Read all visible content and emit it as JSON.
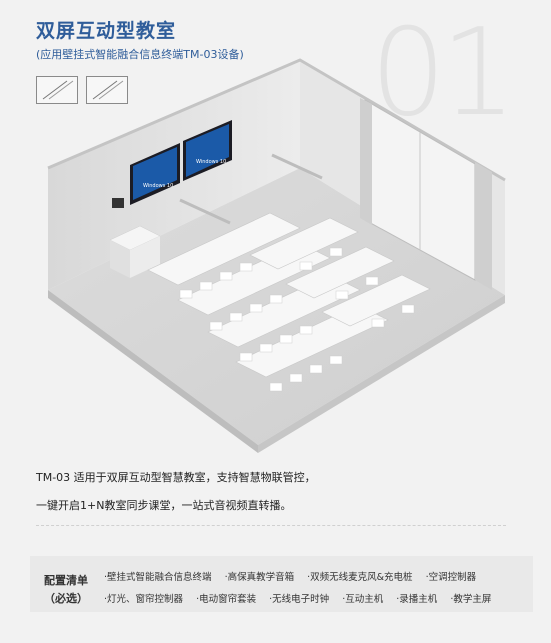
{
  "header": {
    "title": "双屏互动型教室",
    "subtitle": "(应用壁挂式智能融合信息终端TM-03设备)",
    "big_number": "01"
  },
  "screen": {
    "logo_text": "Windows 10"
  },
  "description": {
    "line1": "TM-03 适用于双屏互动型智慧教室，支持智慧物联管控，",
    "line2": "一键开启1+N教室同步课堂，一站式音视频直转播。"
  },
  "config": {
    "title_line1": "配置清单",
    "title_line2": "（必选）",
    "row1": [
      "·壁挂式智能融合信息终端",
      "·高保真教学音箱",
      "·双频无线麦克风&充电桩",
      "·空调控制器"
    ],
    "row2": [
      "·灯光、窗帘控制器",
      "·电动窗帘套装",
      "·无线电子时钟",
      "·互动主机",
      "·录播主机",
      "·教学主屏"
    ]
  }
}
